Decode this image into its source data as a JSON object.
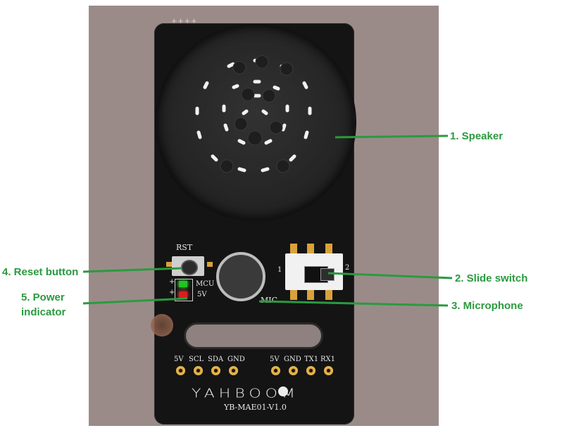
{
  "board": {
    "corner_mark": "++++",
    "rst_label": "RST",
    "mcu_label": "MCU",
    "fivev_label": "5V",
    "plus_minus_top": "+",
    "plus_minus_bottom": "+",
    "switch_pos_1": "1",
    "switch_pos_2": "2",
    "mic_label": "MIC",
    "left_header": [
      "5V",
      "SCL",
      "SDA",
      "GND"
    ],
    "right_header": [
      "5V",
      "GND",
      "TX1",
      "RX1"
    ],
    "logo": "YAHBOOM",
    "version": "YB-MAE01-V1.0"
  },
  "callouts": {
    "speaker": "1. Speaker",
    "slide_switch": "2. Slide switch",
    "microphone": "3. Microphone",
    "reset_button": "4. Reset button",
    "power_indicator_line1": "5. Power",
    "power_indicator_line2": "indicator"
  },
  "colors": {
    "callout_green": "#2b9a3f",
    "board": "#141414",
    "background": "#9a8b89"
  }
}
